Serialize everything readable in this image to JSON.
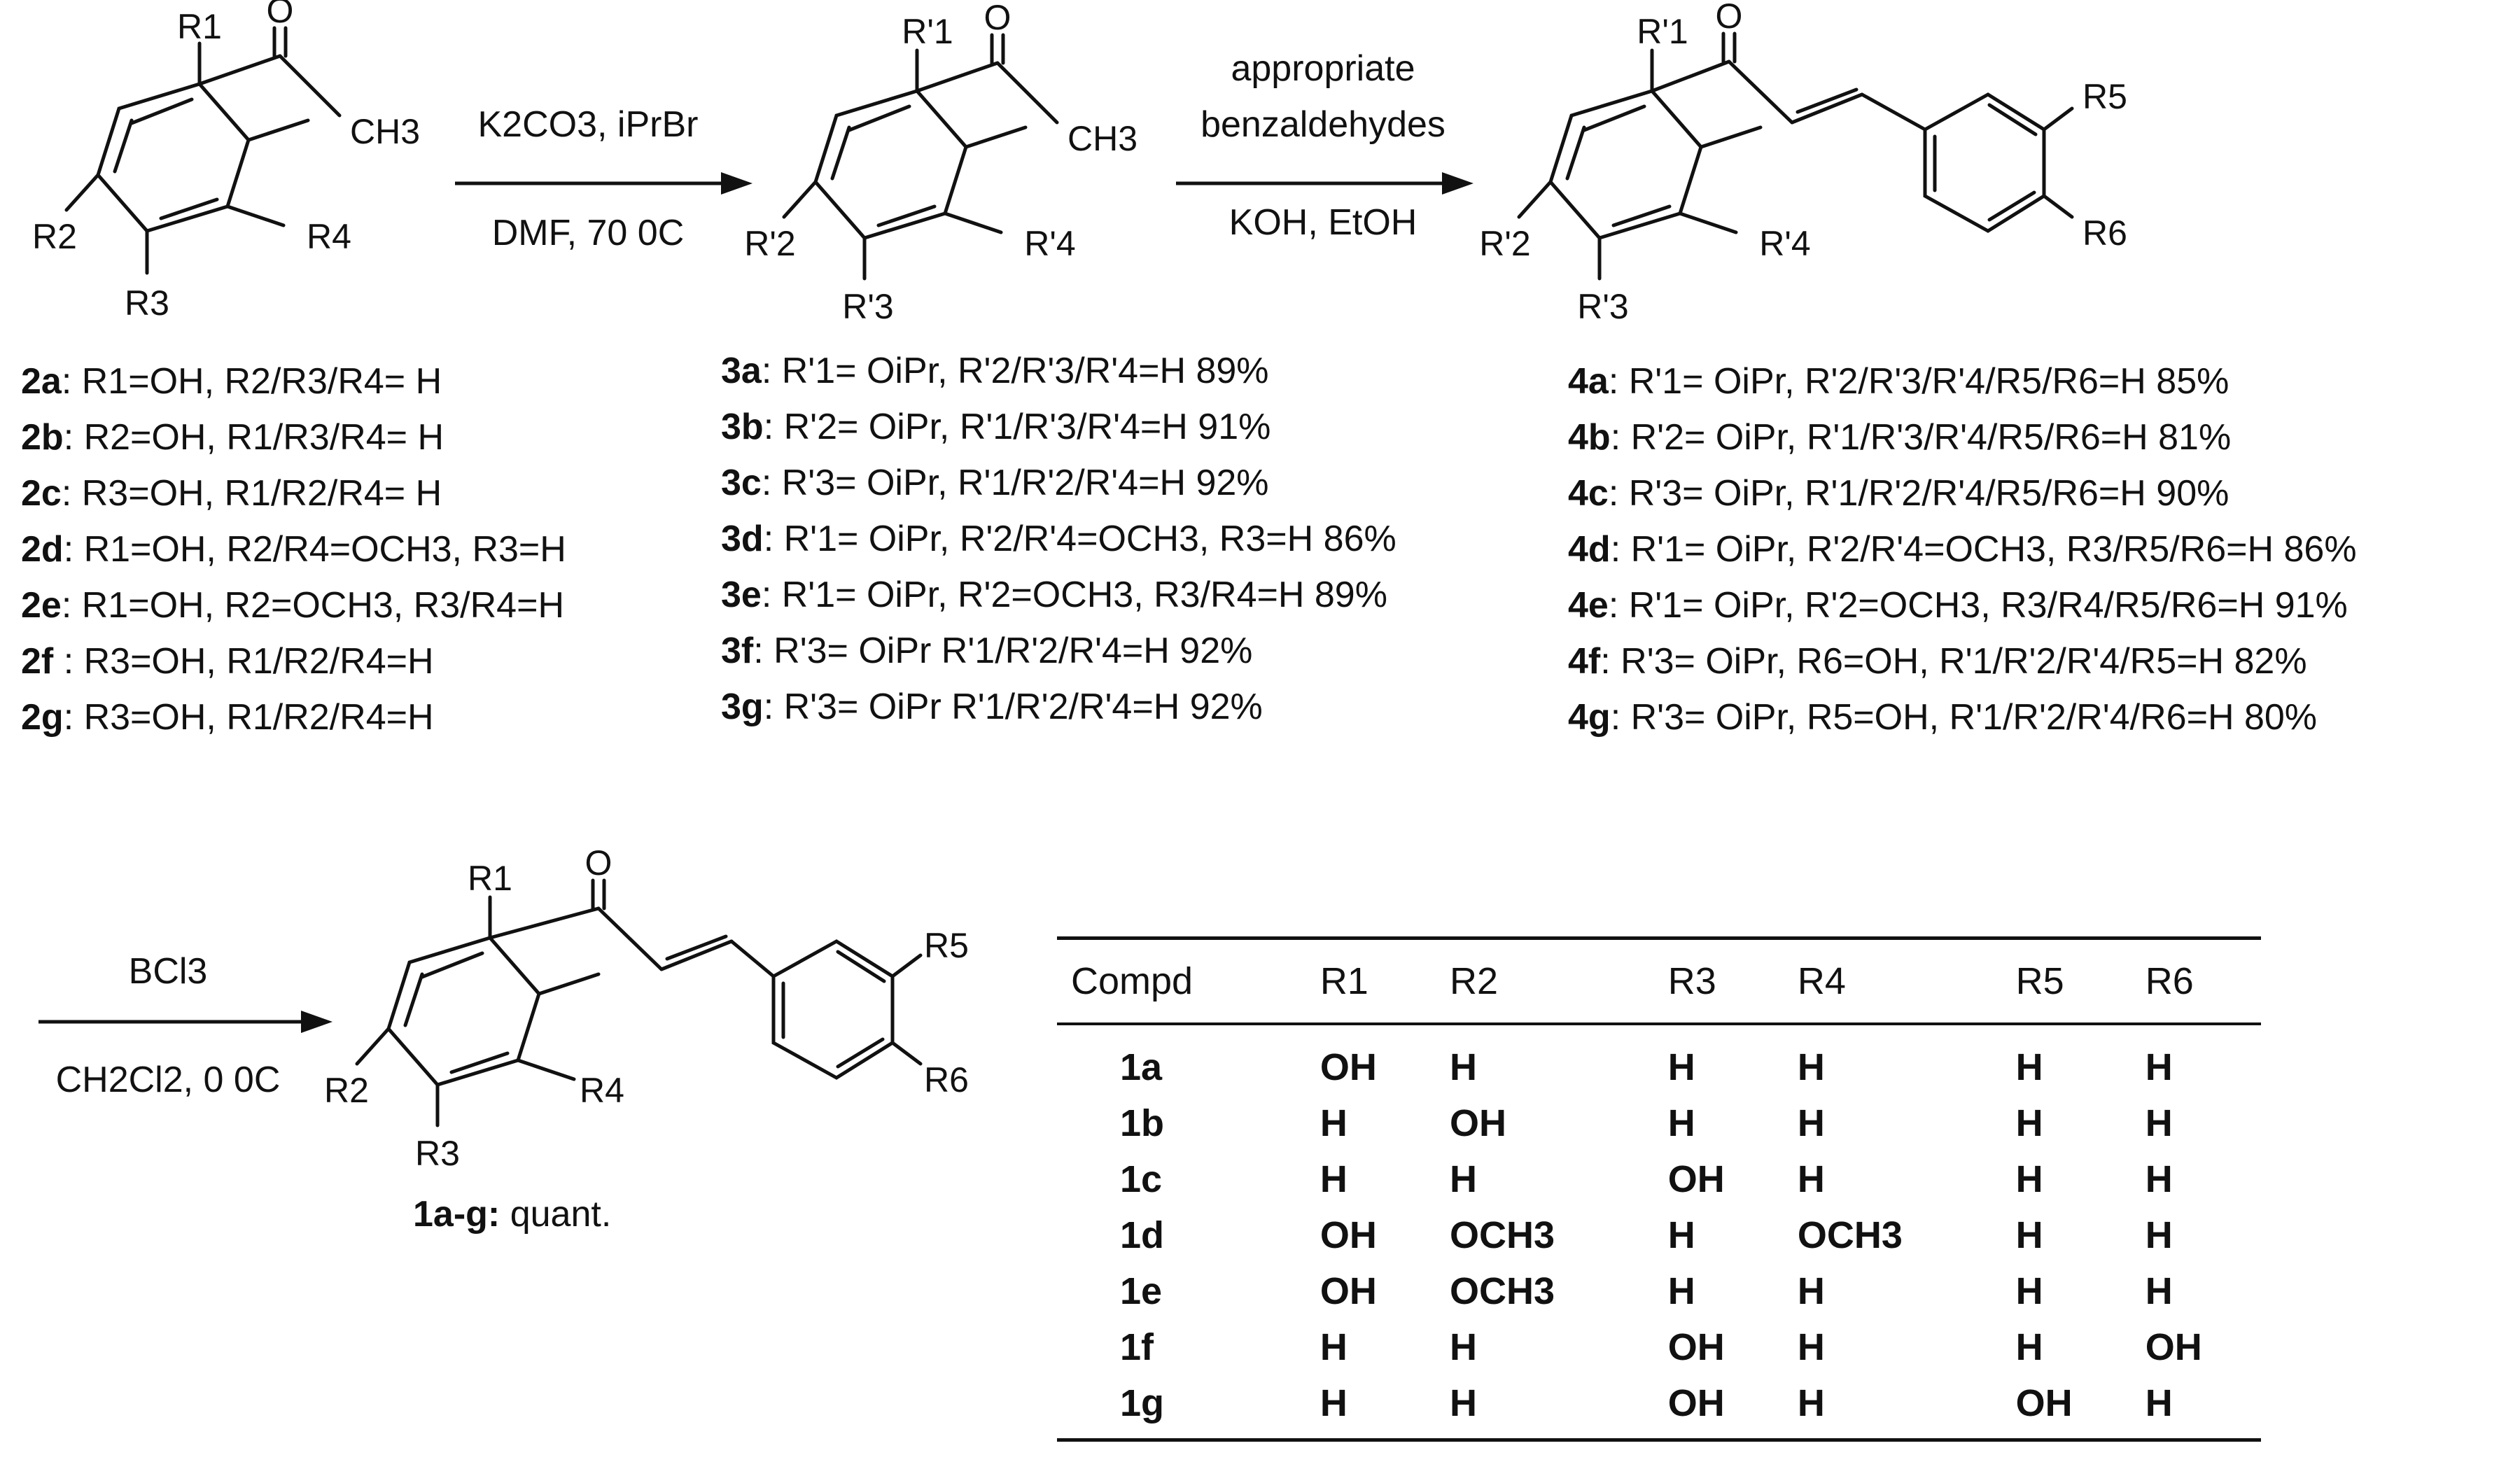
{
  "structures": {
    "s2": {
      "R1": "R1",
      "R2": "R2",
      "R3": "R3",
      "R4": "R4",
      "ketone_o": "O",
      "methyl": "CH3"
    },
    "s3": {
      "R1": "R'1",
      "R2": "R'2",
      "R3": "R'3",
      "R4": "R'4",
      "ketone_o": "O",
      "methyl": "CH3"
    },
    "s4": {
      "R1": "R'1",
      "R2": "R'2",
      "R3": "R'3",
      "R4": "R'4",
      "R5": "R5",
      "R6": "R6",
      "ketone_o": "O"
    },
    "s1": {
      "R1": "R1",
      "R2": "R2",
      "R3": "R3",
      "R4": "R4",
      "R5": "R5",
      "R6": "R6",
      "ketone_o": "O"
    }
  },
  "arrows": {
    "a1": {
      "top": "K2CO3, iPrBr",
      "bottom": "DMF, 70 0C"
    },
    "a2": {
      "top1": "appropriate",
      "top2": "benzaldehydes",
      "bottom": "KOH, EtOH"
    },
    "a3": {
      "top": "BCl3",
      "bottom": "CH2Cl2, 0 0C"
    }
  },
  "list2": [
    {
      "id": "2a",
      "text": ": R1=OH, R2/R3/R4= H"
    },
    {
      "id": "2b",
      "text": ": R2=OH, R1/R3/R4= H"
    },
    {
      "id": "2c",
      "text": ": R3=OH, R1/R2/R4= H"
    },
    {
      "id": "2d",
      "text": ": R1=OH, R2/R4=OCH3, R3=H"
    },
    {
      "id": "2e",
      "text": ": R1=OH, R2=OCH3, R3/R4=H"
    },
    {
      "id": "2f",
      "text": " : R3=OH, R1/R2/R4=H"
    },
    {
      "id": "2g",
      "text": ": R3=OH, R1/R2/R4=H"
    }
  ],
  "list3": [
    {
      "id": "3a",
      "text": ": R'1= OiPr, R'2/R'3/R'4=H  89%"
    },
    {
      "id": "3b",
      "text": ": R'2= OiPr, R'1/R'3/R'4=H  91%"
    },
    {
      "id": "3c",
      "text": ": R'3= OiPr, R'1/R'2/R'4=H  92%"
    },
    {
      "id": "3d",
      "text": ": R'1= OiPr, R'2/R'4=OCH3, R3=H  86%"
    },
    {
      "id": "3e",
      "text": ": R'1= OiPr, R'2=OCH3, R3/R4=H  89%"
    },
    {
      "id": "3f",
      "text": ": R'3= OiPr  R'1/R'2/R'4=H  92%"
    },
    {
      "id": "3g",
      "text": ": R'3= OiPr  R'1/R'2/R'4=H  92%"
    }
  ],
  "list4": [
    {
      "id": "4a",
      "text": ": R'1= OiPr, R'2/R'3/R'4/R5/R6=H  85%"
    },
    {
      "id": "4b",
      "text": ": R'2= OiPr, R'1/R'3/R'4/R5/R6=H  81%"
    },
    {
      "id": "4c",
      "text": ": R'3= OiPr, R'1/R'2/R'4/R5/R6=H  90%"
    },
    {
      "id": "4d",
      "text": ": R'1= OiPr, R'2/R'4=OCH3, R3/R5/R6=H  86%"
    },
    {
      "id": "4e",
      "text": ": R'1= OiPr, R'2=OCH3, R3/R4/R5/R6=H   91%"
    },
    {
      "id": "4f",
      "text": ": R'3= OiPr,  R6=OH, R'1/R'2/R'4/R5=H  82%"
    },
    {
      "id": "4g",
      "text": ": R'3= OiPr, R5=OH, R'1/R'2/R'4/R6=H  80%"
    }
  ],
  "product_caption": {
    "id": "1a-g:",
    "text": " quant."
  },
  "table": {
    "headers": [
      "Compd",
      "R1",
      "R2",
      "R3",
      "R4",
      "R5",
      "R6"
    ],
    "rows": [
      [
        "1a",
        "OH",
        "H",
        "H",
        "H",
        "H",
        "H"
      ],
      [
        "1b",
        "H",
        "OH",
        "H",
        "H",
        "H",
        "H"
      ],
      [
        "1c",
        "H",
        "H",
        "OH",
        "H",
        "H",
        "H"
      ],
      [
        "1d",
        "OH",
        "OCH3",
        "H",
        "OCH3",
        "H",
        "H"
      ],
      [
        "1e",
        "OH",
        "OCH3",
        "H",
        "H",
        "H",
        "H"
      ],
      [
        "1f",
        "H",
        "H",
        "OH",
        "H",
        "H",
        "OH"
      ],
      [
        "1g",
        "H",
        "H",
        "OH",
        "H",
        "OH",
        "H"
      ]
    ]
  }
}
